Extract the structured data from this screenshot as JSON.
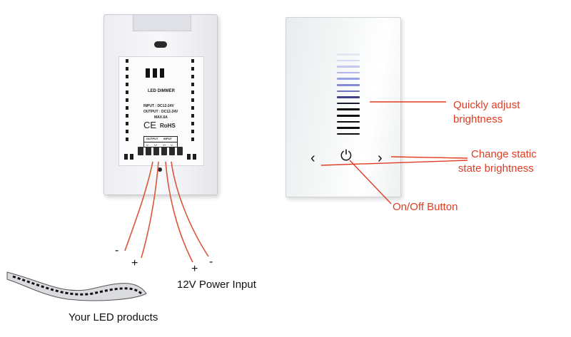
{
  "back_unit": {
    "pcb_title": "LED DIMMER",
    "input_spec": "INPUT : DC12-24V",
    "output_spec": "OUTPUT : DC12-24V",
    "max_spec": "MAX.6A",
    "ce_mark": "CE",
    "rohs_mark": "RoHS",
    "output_label": "OUTPUT",
    "input_label": "INPUT",
    "pin_v1": "V-",
    "pin_v2": "V+",
    "pin_v3": "V+",
    "pin_v4": "V-"
  },
  "front_unit": {
    "slider_bar_colors": [
      "#e4e6f2",
      "#d6d9ef",
      "#c4c8ee",
      "#b0b5ec",
      "#9aa0e6",
      "#8489db",
      "#6f73c8",
      "#3f4188",
      "#1b1b2e",
      "#0e0e10",
      "#0e0e10",
      "#0e0e10",
      "#0e0e10",
      "#0e0e10"
    ],
    "left_glyph": "‹",
    "right_glyph": "›",
    "power_glyph": "⏻"
  },
  "annotations": {
    "slider": [
      "Quickly adjust",
      "brightness"
    ],
    "arrows": [
      "Change static",
      "state brightness"
    ],
    "power": "On/Off Button"
  },
  "wiring": {
    "led_minus": "-",
    "led_plus": "+",
    "power_plus": "+",
    "power_minus": "-",
    "power_input_label": "12V Power Input",
    "led_products_label": "Your LED products"
  },
  "colors": {
    "annotation": "#e03c23",
    "wire": "#d9573a"
  }
}
